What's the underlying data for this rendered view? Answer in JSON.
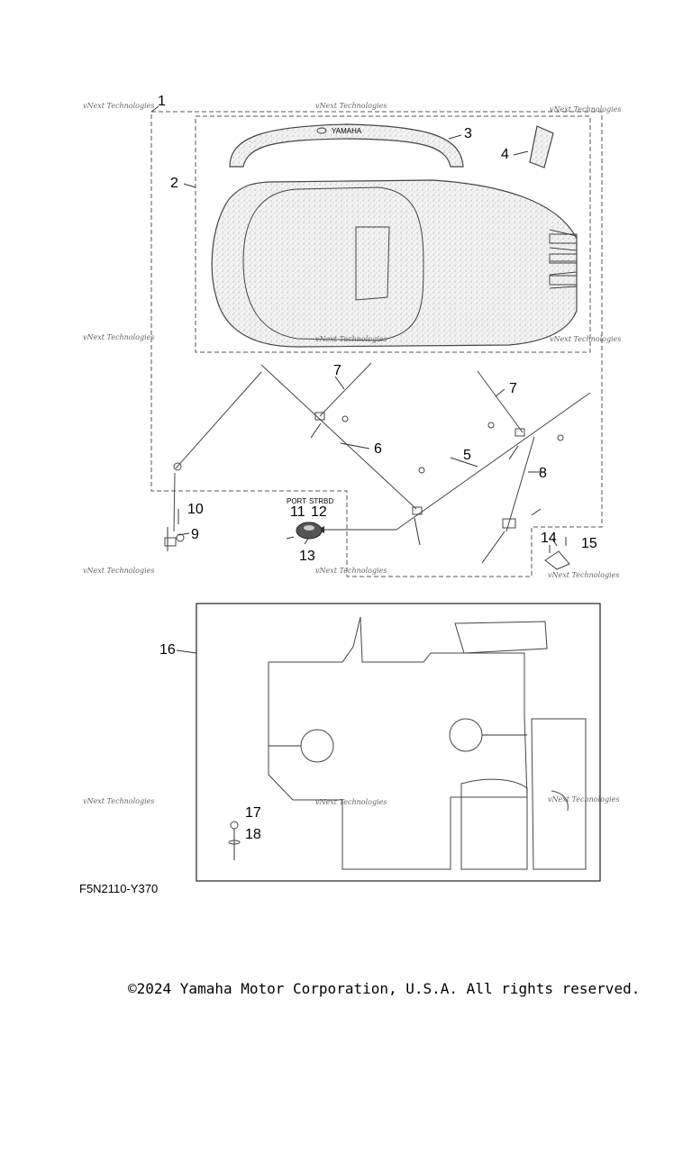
{
  "callouts": [
    "1",
    "2",
    "3",
    "4",
    "5",
    "6",
    "7",
    "7",
    "8",
    "9",
    "10",
    "11",
    "12",
    "13",
    "14",
    "15",
    "16",
    "17",
    "18"
  ],
  "port_label": "PORT",
  "strbd_label": "STRBD",
  "cover_brand": "YAMAHA",
  "watermark": "vNext Technologies",
  "diagram_code": "F5N2110-Y370",
  "copyright": "©2024 Yamaha Motor Corporation, U.S.A. All rights reserved."
}
